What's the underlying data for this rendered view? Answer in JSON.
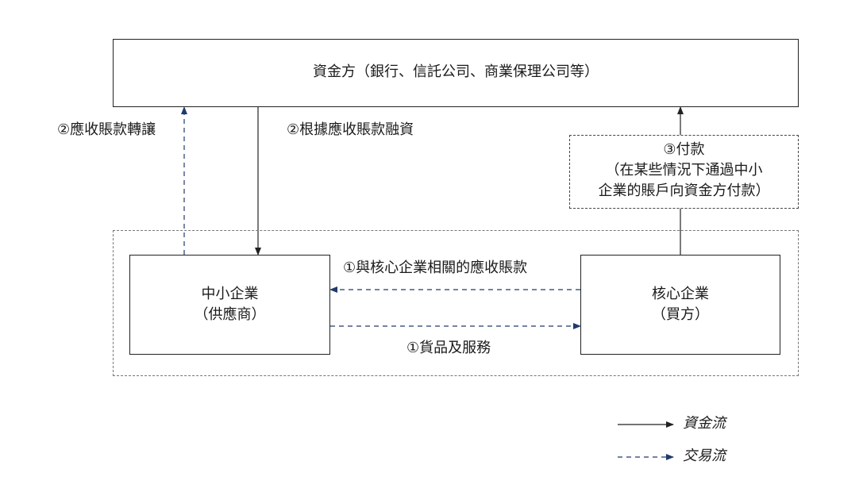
{
  "colors": {
    "solid_line": "#222222",
    "dashed_line": "#1f3a6b",
    "group_border": "#888888"
  },
  "funder": {
    "title": "資金方（銀行、信託公司、商業保理公司等）"
  },
  "sme": {
    "line1": "中小企業",
    "line2": "（供應商）"
  },
  "core": {
    "line1": "核心企業",
    "line2": "（買方）"
  },
  "payment_box": {
    "line1": "③付款",
    "line2": "（在某些情況下通過中小",
    "line3": "企業的賬戶向資金方付款）"
  },
  "flows": {
    "receivable_transfer": "②應收賬款轉讓",
    "receivable_financing": "②根據應收賬款融資",
    "receivable_core": "①與核心企業相關的應收賬款",
    "goods_services": "①貨品及服務"
  },
  "legend": {
    "capital_flow": "資金流",
    "transaction_flow": "交易流"
  }
}
